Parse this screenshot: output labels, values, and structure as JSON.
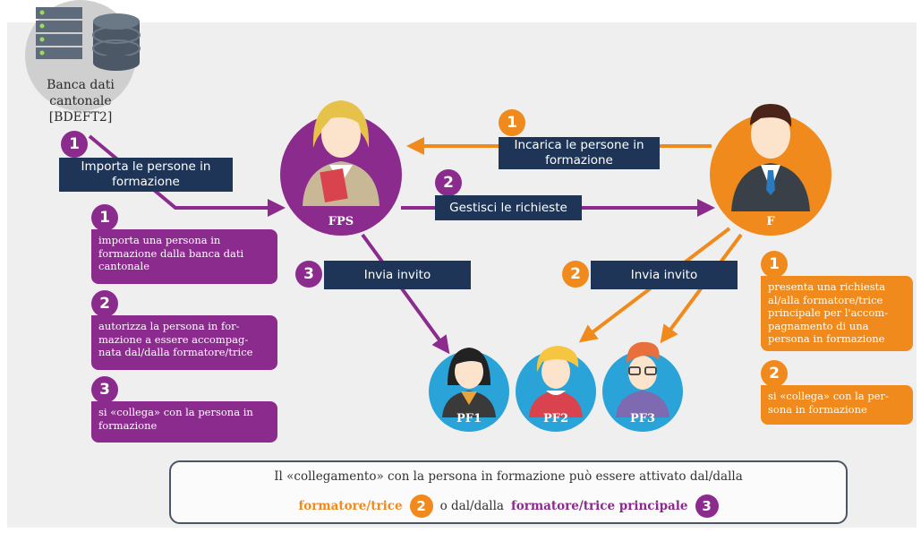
{
  "database": {
    "label": "Banca dati cantonale [BDEFT2]"
  },
  "nodes": {
    "fps": "FPS",
    "f": "F",
    "pf1": "PF1",
    "pf2": "PF2",
    "pf3": "PF3"
  },
  "arrows": {
    "import": {
      "num": "1",
      "text": "Importa le persone in formazione"
    },
    "assign": {
      "num": "1",
      "text": "Incarica le persone in formazione"
    },
    "manage": {
      "num": "2",
      "text": "Gestisci le richieste"
    },
    "invite_fps": {
      "num": "3",
      "text": "Invia invito"
    },
    "invite_f": {
      "num": "2",
      "text": "Invia invito"
    }
  },
  "left_steps": [
    {
      "num": "1",
      "text": "importa una persona in formazione dalla banca dati cantonale"
    },
    {
      "num": "2",
      "text": "autorizza la persona in for-mazione a essere accompag-nata dal/dalla formatore/trice"
    },
    {
      "num": "3",
      "text": "si «collega» con la persona in formazione"
    }
  ],
  "right_steps": [
    {
      "num": "1",
      "text": "presenta una richiesta al/alla formatore/trice principale per l'accom-pagnamento di una persona in formazione"
    },
    {
      "num": "2",
      "text": "si «collega» con la per-sona in formazione"
    }
  ],
  "note": {
    "line1": "Il «collegamento» con la persona in formazione può essere attivato dal/dalla",
    "orange_text": "formatore/trice",
    "orange_num": "2",
    "middle_text": "o dal/dalla",
    "purple_text": "formatore/trice principale",
    "purple_num": "3"
  },
  "colors": {
    "purple": "#8b2b8d",
    "orange": "#f08a1c",
    "navy": "#1e3557",
    "blue": "#2aa3d8"
  }
}
